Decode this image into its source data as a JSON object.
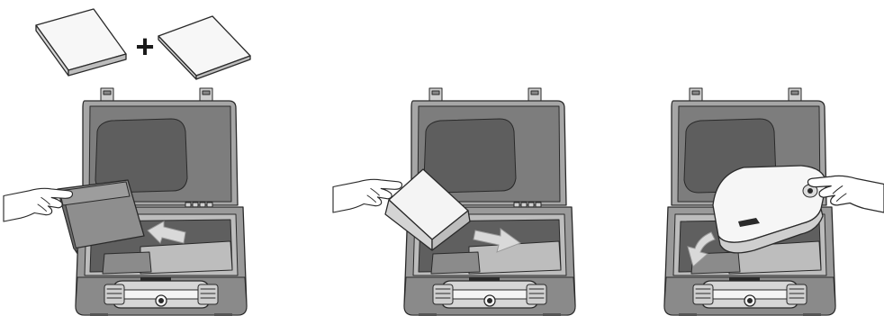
{
  "operator": {
    "plus_symbol": "+"
  },
  "colors": {
    "case_body": "#9a9a9a",
    "case_lid_outer": "#a6a6a6",
    "case_lid_inner": "#7d7d7d",
    "lid_window": "#5e5e5e",
    "foam_dark": "#5f5f5f",
    "foam_light": "#bdbdbd",
    "panel_white": "#f2f2f2",
    "arrow_fill": "#d9d9d9",
    "outline": "#2a2a2a"
  },
  "icons": [
    "white-panel-icon",
    "plus-icon",
    "hand-icon",
    "arrow-icon",
    "carrying-case-icon",
    "instrument-icon"
  ],
  "steps": [
    {
      "id": "step-1",
      "item": "grey-panel",
      "arrow": "left-into-case"
    },
    {
      "id": "step-2",
      "item": "white-panel",
      "arrow": "right-into-case"
    },
    {
      "id": "step-3",
      "item": "instrument",
      "arrow": "curved-down-into-case"
    }
  ]
}
